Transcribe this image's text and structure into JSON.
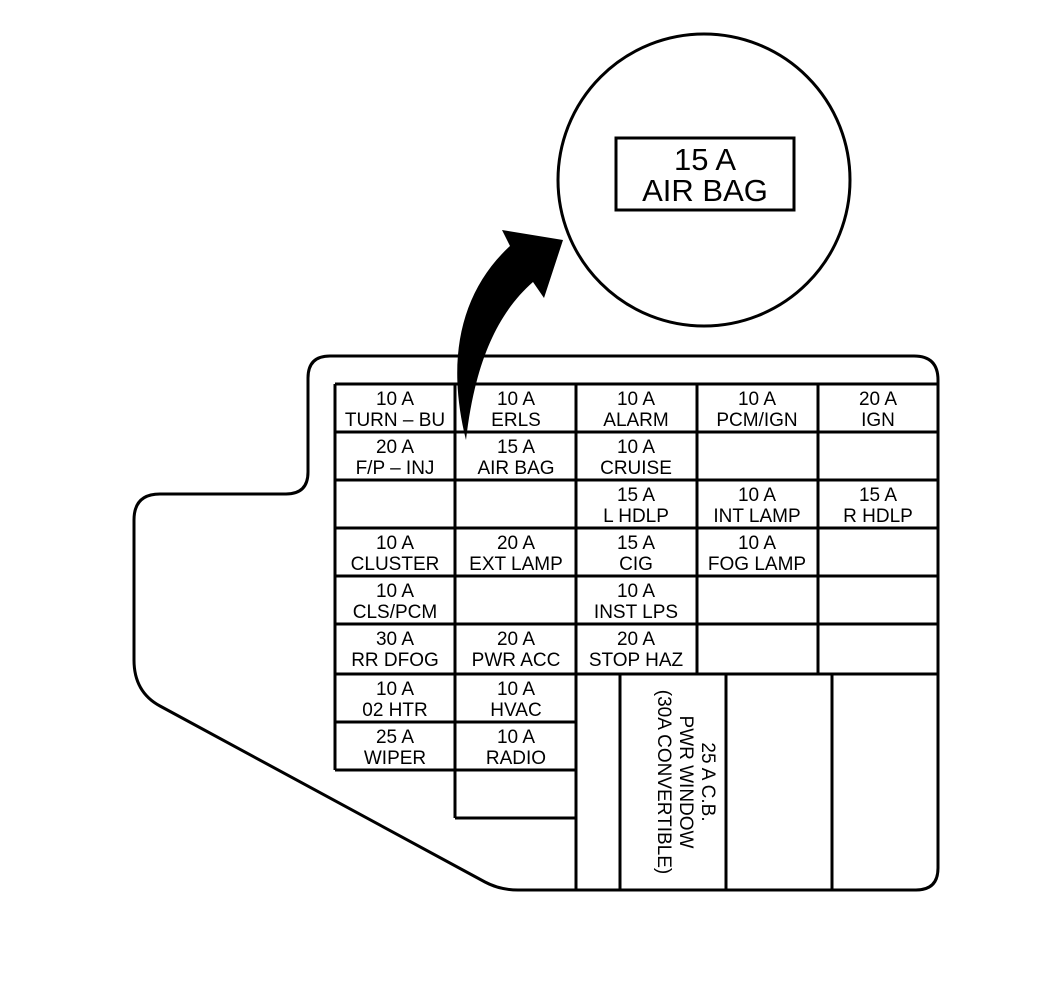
{
  "callout": {
    "rating": "15 A",
    "name": "AIR BAG"
  },
  "fuses": [
    {
      "id": "r1c1",
      "rating": "10 A",
      "name": "TURN – BU"
    },
    {
      "id": "r1c2",
      "rating": "10 A",
      "name": "ERLS"
    },
    {
      "id": "r1c3",
      "rating": "10 A",
      "name": "ALARM"
    },
    {
      "id": "r1c4",
      "rating": "10 A",
      "name": "PCM/IGN"
    },
    {
      "id": "r1c5",
      "rating": "20 A",
      "name": "IGN"
    },
    {
      "id": "r2c1",
      "rating": "20 A",
      "name": "F/P – INJ"
    },
    {
      "id": "r2c2",
      "rating": "15 A",
      "name": "AIR BAG"
    },
    {
      "id": "r2c3",
      "rating": "10 A",
      "name": "CRUISE"
    },
    {
      "id": "r3c3",
      "rating": "15 A",
      "name": "L HDLP"
    },
    {
      "id": "r3c4",
      "rating": "10 A",
      "name": "INT LAMP"
    },
    {
      "id": "r3c5",
      "rating": "15 A",
      "name": "R HDLP"
    },
    {
      "id": "r4c1",
      "rating": "10 A",
      "name": "CLUSTER"
    },
    {
      "id": "r4c2",
      "rating": "20 A",
      "name": "EXT LAMP"
    },
    {
      "id": "r4c3",
      "rating": "15 A",
      "name": "CIG"
    },
    {
      "id": "r4c4",
      "rating": "10 A",
      "name": "FOG LAMP"
    },
    {
      "id": "r5c1",
      "rating": "10 A",
      "name": "CLS/PCM"
    },
    {
      "id": "r5c3",
      "rating": "10 A",
      "name": "INST LPS"
    },
    {
      "id": "r6c1",
      "rating": "30 A",
      "name": "RR DFOG"
    },
    {
      "id": "r6c2",
      "rating": "20 A",
      "name": "PWR ACC"
    },
    {
      "id": "r6c3",
      "rating": "20 A",
      "name": "STOP HAZ"
    },
    {
      "id": "r7c1",
      "rating": "10 A",
      "name": "02 HTR"
    },
    {
      "id": "r7c2",
      "rating": "10 A",
      "name": "HVAC"
    },
    {
      "id": "r8c1",
      "rating": "25 A",
      "name": "WIPER"
    },
    {
      "id": "r8c2",
      "rating": "10 A",
      "name": "RADIO"
    }
  ],
  "circuit_breaker": {
    "rating": "25 A C.B.",
    "name": "PWR WINDOW",
    "note": "(30A CONVERTIBLE)"
  }
}
